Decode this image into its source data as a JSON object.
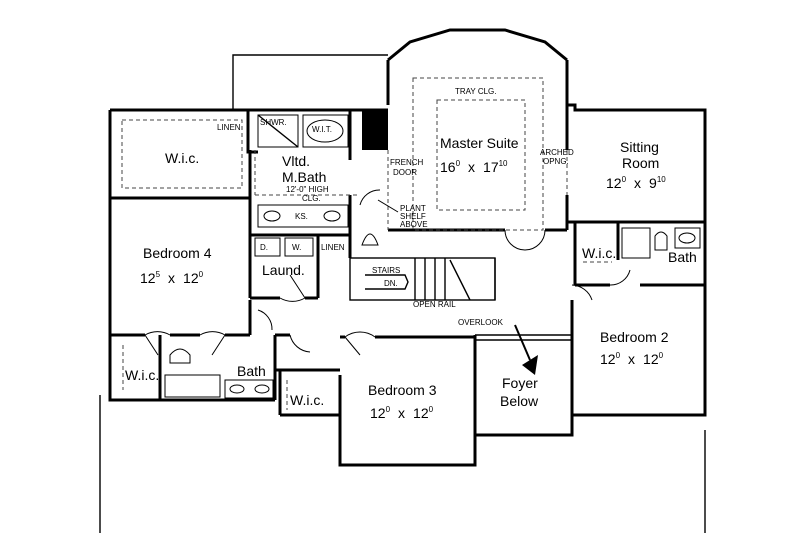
{
  "rooms": {
    "master_suite": {
      "name": "Master Suite",
      "dim_a": "16",
      "sup_a": "0",
      "dim_b": "17",
      "sup_b": "10"
    },
    "sitting_room": {
      "line1": "Sitting",
      "line2": "Room",
      "dim_a": "12",
      "sup_a": "0",
      "dim_b": "9",
      "sup_b": "10"
    },
    "bedroom_4": {
      "name": "Bedroom 4",
      "dim_a": "12",
      "sup_a": "5",
      "dim_b": "12",
      "sup_b": "0"
    },
    "bedroom_2": {
      "name": "Bedroom 2",
      "dim_a": "12",
      "sup_a": "0",
      "dim_b": "12",
      "sup_b": "0"
    },
    "bedroom_3": {
      "name": "Bedroom 3",
      "dim_a": "12",
      "sup_a": "0",
      "dim_b": "12",
      "sup_b": "0"
    },
    "foyer": {
      "line1": "Foyer",
      "line2": "Below"
    },
    "master_bath": {
      "line1": "Vltd.",
      "line2": "M.Bath",
      "ceiling1": "12'-0\" HIGH",
      "ceiling2": "CLG."
    },
    "wic_master": "W.i.c.",
    "wic_bed4": "W.i.c.",
    "wic_bed3": "W.i.c.",
    "wic_bed2": "W.i.c.",
    "bath_hall": "Bath",
    "bath_bed2": "Bath",
    "laundry": "Laund."
  },
  "notes": {
    "tray_ceiling": "TRAY CLG.",
    "linen_master": "LINEN",
    "linen_hall": "LINEN",
    "shower": "SHWR.",
    "whirlpool": "W.I.T.",
    "french_door_1": "FRENCH",
    "french_door_2": "DOOR",
    "arched_1": "ARCHED",
    "arched_2": "OPNG.",
    "plant_1": "PLANT",
    "plant_2": "SHELF",
    "plant_3": "ABOVE",
    "ks": "KS.",
    "dryer": "D.",
    "washer": "W.",
    "stairs_1": "STAIRS",
    "stairs_2": "DN.",
    "open_rail": "OPEN RAIL",
    "overlook": "OVERLOOK",
    "times": "x"
  }
}
